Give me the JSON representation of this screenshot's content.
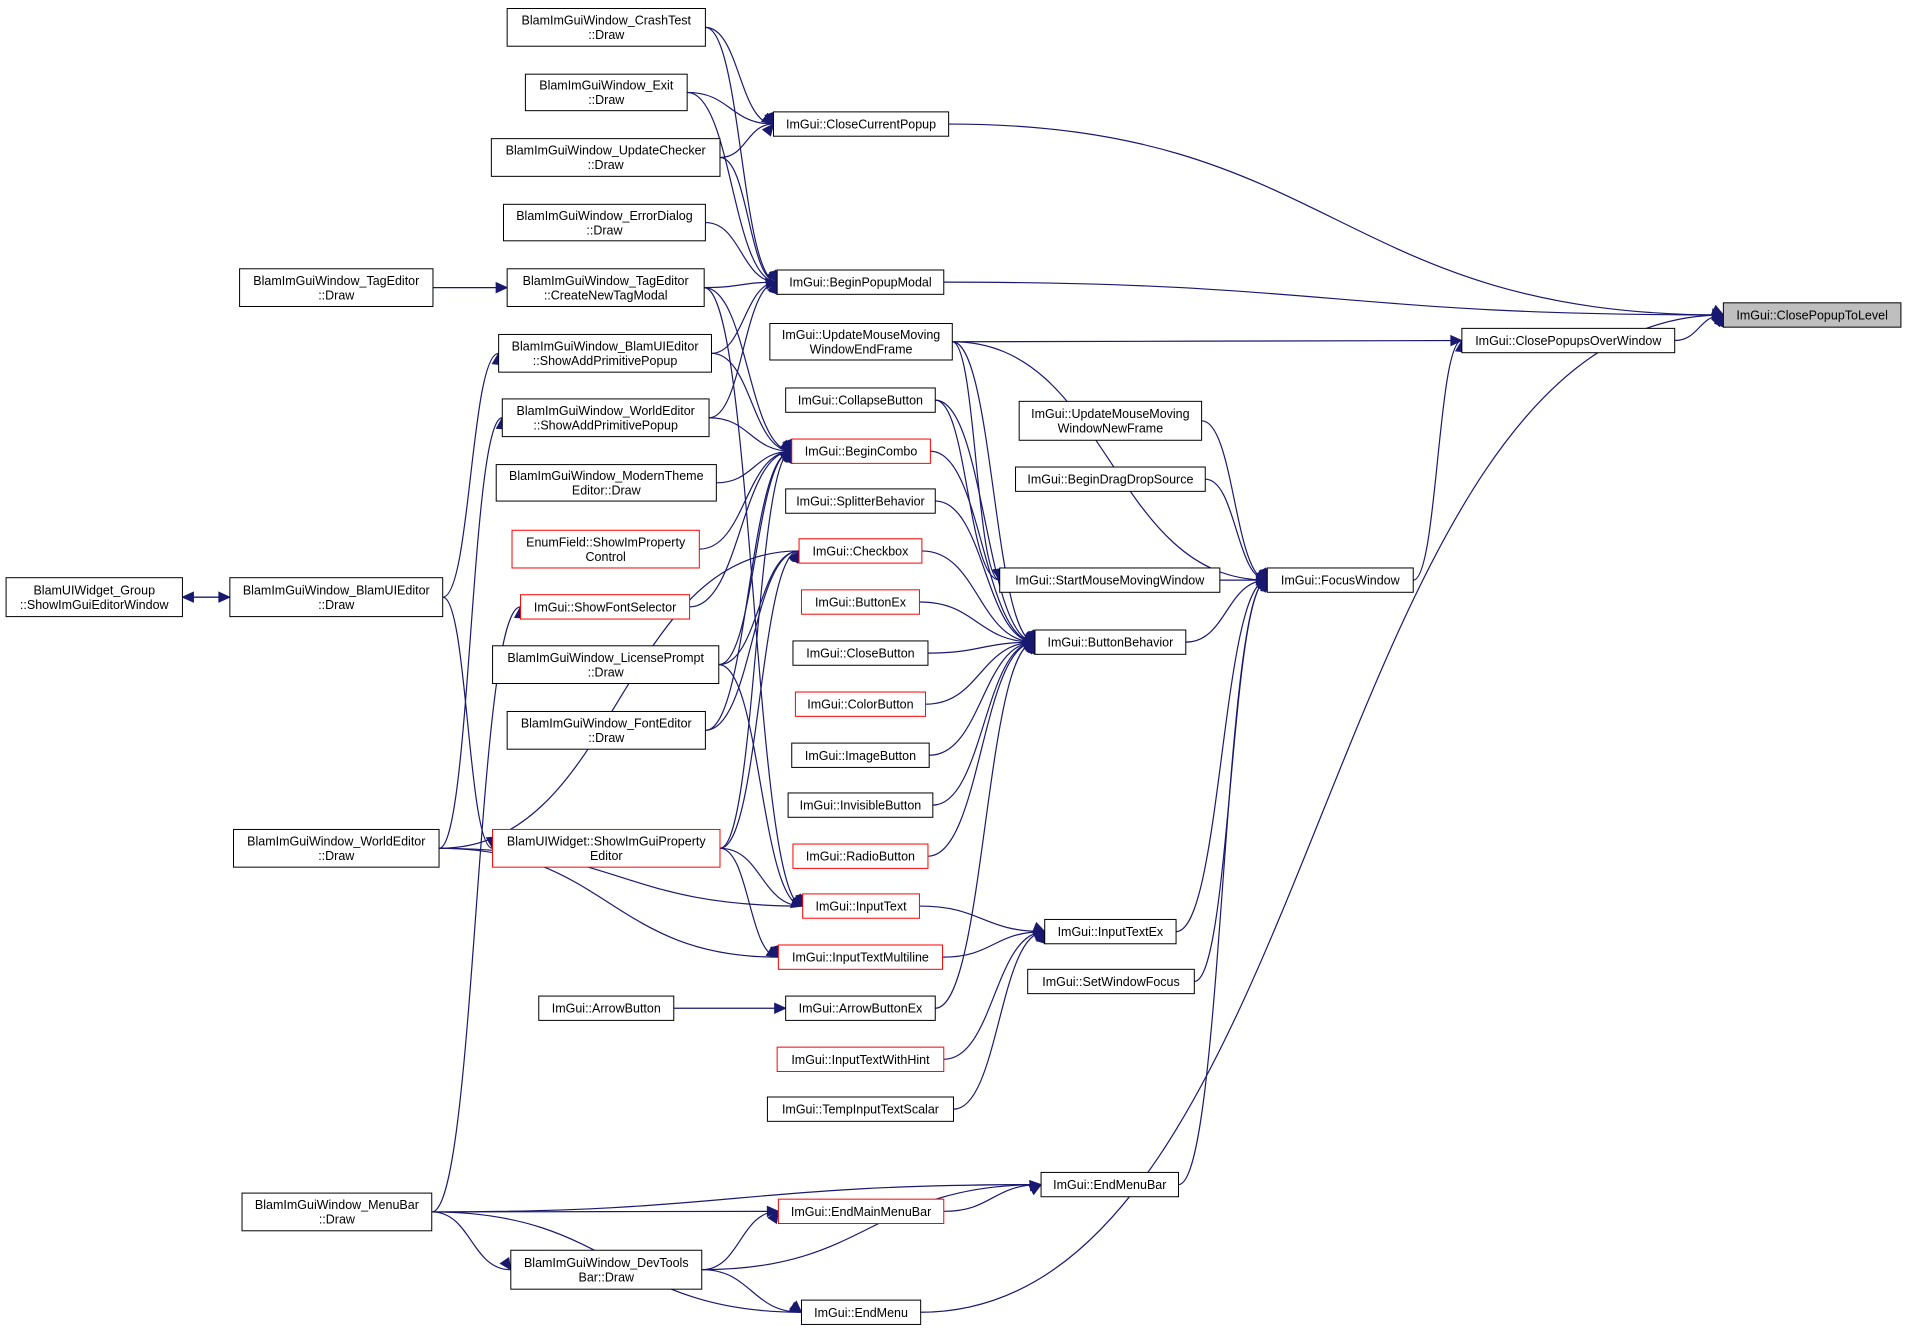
{
  "colors": {
    "edge": "#191970",
    "node_border": "#000000",
    "red_border": "#ff0000",
    "target_fill": "#bfbfbf"
  },
  "nodes": [
    {
      "id": "crashtest",
      "lines": [
        "BlamImGuiWindow_CrashTest",
        "::Draw"
      ],
      "style": "black"
    },
    {
      "id": "exit",
      "lines": [
        "BlamImGuiWindow_Exit",
        "::Draw"
      ],
      "style": "black"
    },
    {
      "id": "updatechecker",
      "lines": [
        "BlamImGuiWindow_UpdateChecker",
        "::Draw"
      ],
      "style": "black"
    },
    {
      "id": "errordialog",
      "lines": [
        "BlamImGuiWindow_ErrorDialog",
        "::Draw"
      ],
      "style": "black"
    },
    {
      "id": "tageditor_draw",
      "lines": [
        "BlamImGuiWindow_TagEditor",
        "::Draw"
      ],
      "style": "black"
    },
    {
      "id": "tageditor_modal",
      "lines": [
        "BlamImGuiWindow_TagEditor",
        "::CreateNewTagModal"
      ],
      "style": "black"
    },
    {
      "id": "blamui_addprim",
      "lines": [
        "BlamImGuiWindow_BlamUIEditor",
        "::ShowAddPrimitivePopup"
      ],
      "style": "black"
    },
    {
      "id": "world_addprim",
      "lines": [
        "BlamImGuiWindow_WorldEditor",
        "::ShowAddPrimitivePopup"
      ],
      "style": "black"
    },
    {
      "id": "moderntheme",
      "lines": [
        "BlamImGuiWindow_ModernTheme",
        "Editor::Draw"
      ],
      "style": "black"
    },
    {
      "id": "enumfield",
      "lines": [
        "EnumField::ShowImProperty",
        "Control"
      ],
      "style": "red"
    },
    {
      "id": "widget_group",
      "lines": [
        "BlamUIWidget_Group",
        "::ShowImGuiEditorWindow"
      ],
      "style": "black"
    },
    {
      "id": "blamui_draw",
      "lines": [
        "BlamImGuiWindow_BlamUIEditor",
        "::Draw"
      ],
      "style": "black"
    },
    {
      "id": "showfont",
      "lines": [
        "ImGui::ShowFontSelector"
      ],
      "style": "red"
    },
    {
      "id": "license",
      "lines": [
        "BlamImGuiWindow_LicensePrompt",
        "::Draw"
      ],
      "style": "black"
    },
    {
      "id": "fonteditor",
      "lines": [
        "BlamImGuiWindow_FontEditor",
        "::Draw"
      ],
      "style": "black"
    },
    {
      "id": "world_draw",
      "lines": [
        "BlamImGuiWindow_WorldEditor",
        "::Draw"
      ],
      "style": "black"
    },
    {
      "id": "showprop",
      "lines": [
        "BlamUIWidget::ShowImGuiProperty",
        "Editor"
      ],
      "style": "red"
    },
    {
      "id": "arrowbutton",
      "lines": [
        "ImGui::ArrowButton"
      ],
      "style": "black"
    },
    {
      "id": "menubar_draw",
      "lines": [
        "BlamImGuiWindow_MenuBar",
        "::Draw"
      ],
      "style": "black"
    },
    {
      "id": "devtools",
      "lines": [
        "BlamImGuiWindow_DevTools",
        "Bar::Draw"
      ],
      "style": "black"
    },
    {
      "id": "closecurrentpopup",
      "lines": [
        "ImGui::CloseCurrentPopup"
      ],
      "style": "black"
    },
    {
      "id": "beginpopupmodal",
      "lines": [
        "ImGui::BeginPopupModal"
      ],
      "style": "black"
    },
    {
      "id": "updatemousemoving_end",
      "lines": [
        "ImGui::UpdateMouseMoving",
        "WindowEndFrame"
      ],
      "style": "black"
    },
    {
      "id": "collapsebutton",
      "lines": [
        "ImGui::CollapseButton"
      ],
      "style": "black"
    },
    {
      "id": "begincombo",
      "lines": [
        "ImGui::BeginCombo"
      ],
      "style": "red"
    },
    {
      "id": "splitter",
      "lines": [
        "ImGui::SplitterBehavior"
      ],
      "style": "black"
    },
    {
      "id": "checkbox",
      "lines": [
        "ImGui::Checkbox"
      ],
      "style": "red"
    },
    {
      "id": "buttonex",
      "lines": [
        "ImGui::ButtonEx"
      ],
      "style": "red"
    },
    {
      "id": "closebutton",
      "lines": [
        "ImGui::CloseButton"
      ],
      "style": "black"
    },
    {
      "id": "colorbutton",
      "lines": [
        "ImGui::ColorButton"
      ],
      "style": "red"
    },
    {
      "id": "imagebutton",
      "lines": [
        "ImGui::ImageButton"
      ],
      "style": "black"
    },
    {
      "id": "invisiblebutton",
      "lines": [
        "ImGui::InvisibleButton"
      ],
      "style": "black"
    },
    {
      "id": "radiobutton",
      "lines": [
        "ImGui::RadioButton"
      ],
      "style": "red"
    },
    {
      "id": "inputtext",
      "lines": [
        "ImGui::InputText"
      ],
      "style": "red"
    },
    {
      "id": "inputtextmulti",
      "lines": [
        "ImGui::InputTextMultiline"
      ],
      "style": "red"
    },
    {
      "id": "arrowbuttonex",
      "lines": [
        "ImGui::ArrowButtonEx"
      ],
      "style": "black"
    },
    {
      "id": "inputtexthint",
      "lines": [
        "ImGui::InputTextWithHint"
      ],
      "style": "red"
    },
    {
      "id": "tempinput",
      "lines": [
        "ImGui::TempInputTextScalar"
      ],
      "style": "black"
    },
    {
      "id": "endmainmenubar",
      "lines": [
        "ImGui::EndMainMenuBar"
      ],
      "style": "red"
    },
    {
      "id": "endmenu",
      "lines": [
        "ImGui::EndMenu"
      ],
      "style": "black"
    },
    {
      "id": "updatemousemoving_new",
      "lines": [
        "ImGui::UpdateMouseMoving",
        "WindowNewFrame"
      ],
      "style": "black"
    },
    {
      "id": "begindragdrop",
      "lines": [
        "ImGui::BeginDragDropSource"
      ],
      "style": "black"
    },
    {
      "id": "startmousemoving",
      "lines": [
        "ImGui::StartMouseMovingWindow"
      ],
      "style": "black"
    },
    {
      "id": "buttonbehavior",
      "lines": [
        "ImGui::ButtonBehavior"
      ],
      "style": "black"
    },
    {
      "id": "inputtextex",
      "lines": [
        "ImGui::InputTextEx"
      ],
      "style": "black"
    },
    {
      "id": "setwindowfocus",
      "lines": [
        "ImGui::SetWindowFocus"
      ],
      "style": "black"
    },
    {
      "id": "endmenubar",
      "lines": [
        "ImGui::EndMenuBar"
      ],
      "style": "black"
    },
    {
      "id": "closepopupsover",
      "lines": [
        "ImGui::ClosePopupsOverWindow"
      ],
      "style": "black"
    },
    {
      "id": "focuswindow",
      "lines": [
        "ImGui::FocusWindow"
      ],
      "style": "black"
    },
    {
      "id": "closepopuptolevel",
      "lines": [
        "ImGui::ClosePopupToLevel"
      ],
      "style": "target"
    }
  ],
  "edges": [
    [
      "closepopuptolevel",
      "closecurrentpopup"
    ],
    [
      "closepopuptolevel",
      "beginpopupmodal"
    ],
    [
      "closepopuptolevel",
      "closepopupsover"
    ],
    [
      "closepopuptolevel",
      "endmenu"
    ],
    [
      "closepopupsover",
      "updatemousemoving_end"
    ],
    [
      "closepopupsover",
      "focuswindow"
    ],
    [
      "closecurrentpopup",
      "crashtest"
    ],
    [
      "closecurrentpopup",
      "exit"
    ],
    [
      "closecurrentpopup",
      "updatechecker"
    ],
    [
      "beginpopupmodal",
      "crashtest"
    ],
    [
      "beginpopupmodal",
      "exit"
    ],
    [
      "beginpopupmodal",
      "updatechecker"
    ],
    [
      "beginpopupmodal",
      "errordialog"
    ],
    [
      "beginpopupmodal",
      "tageditor_modal"
    ],
    [
      "beginpopupmodal",
      "blamui_addprim"
    ],
    [
      "beginpopupmodal",
      "world_addprim"
    ],
    [
      "tageditor_modal",
      "tageditor_draw"
    ],
    [
      "blamui_addprim",
      "blamui_draw"
    ],
    [
      "world_addprim",
      "world_draw"
    ],
    [
      "blamui_draw",
      "widget_group"
    ],
    [
      "widget_group",
      "blamui_draw"
    ],
    [
      "begincombo",
      "tageditor_modal"
    ],
    [
      "begincombo",
      "blamui_addprim"
    ],
    [
      "begincombo",
      "world_addprim"
    ],
    [
      "begincombo",
      "moderntheme"
    ],
    [
      "begincombo",
      "enumfield"
    ],
    [
      "begincombo",
      "showfont"
    ],
    [
      "begincombo",
      "license"
    ],
    [
      "begincombo",
      "fonteditor"
    ],
    [
      "begincombo",
      "showprop"
    ],
    [
      "showfont",
      "menubar_draw"
    ],
    [
      "showprop",
      "blamui_draw"
    ],
    [
      "checkbox",
      "fonteditor"
    ],
    [
      "checkbox",
      "license"
    ],
    [
      "checkbox",
      "world_draw"
    ],
    [
      "checkbox",
      "showprop"
    ],
    [
      "inputtext",
      "world_draw"
    ],
    [
      "inputtext",
      "showprop"
    ],
    [
      "inputtext",
      "license"
    ],
    [
      "inputtext",
      "tageditor_modal"
    ],
    [
      "inputtextmulti",
      "world_draw"
    ],
    [
      "inputtextmulti",
      "showprop"
    ],
    [
      "arrowbuttonex",
      "arrowbutton"
    ],
    [
      "endmainmenubar",
      "menubar_draw"
    ],
    [
      "endmainmenubar",
      "devtools"
    ],
    [
      "endmenubar",
      "menubar_draw"
    ],
    [
      "endmenubar",
      "endmainmenubar"
    ],
    [
      "endmenubar",
      "devtools"
    ],
    [
      "endmenu",
      "menubar_draw"
    ],
    [
      "endmenu",
      "devtools"
    ],
    [
      "devtools",
      "menubar_draw"
    ],
    [
      "buttonbehavior",
      "begincombo"
    ],
    [
      "buttonbehavior",
      "splitter"
    ],
    [
      "buttonbehavior",
      "collapsebutton"
    ],
    [
      "buttonbehavior",
      "checkbox"
    ],
    [
      "buttonbehavior",
      "buttonex"
    ],
    [
      "buttonbehavior",
      "closebutton"
    ],
    [
      "buttonbehavior",
      "colorbutton"
    ],
    [
      "buttonbehavior",
      "imagebutton"
    ],
    [
      "buttonbehavior",
      "invisiblebutton"
    ],
    [
      "buttonbehavior",
      "radiobutton"
    ],
    [
      "buttonbehavior",
      "arrowbuttonex"
    ],
    [
      "buttonbehavior",
      "updatemousemoving_end"
    ],
    [
      "startmousemoving",
      "collapsebutton"
    ],
    [
      "startmousemoving",
      "updatemousemoving_end"
    ],
    [
      "inputtextex",
      "inputtext"
    ],
    [
      "inputtextex",
      "inputtextmulti"
    ],
    [
      "inputtextex",
      "inputtexthint"
    ],
    [
      "inputtextex",
      "tempinput"
    ],
    [
      "focuswindow",
      "startmousemoving"
    ],
    [
      "focuswindow",
      "buttonbehavior"
    ],
    [
      "focuswindow",
      "updatemousemoving_new"
    ],
    [
      "focuswindow",
      "begindragdrop"
    ],
    [
      "focuswindow",
      "inputtextex"
    ],
    [
      "focuswindow",
      "setwindowfocus"
    ],
    [
      "focuswindow",
      "endmenubar"
    ],
    [
      "focuswindow",
      "updatemousemoving_end"
    ]
  ]
}
